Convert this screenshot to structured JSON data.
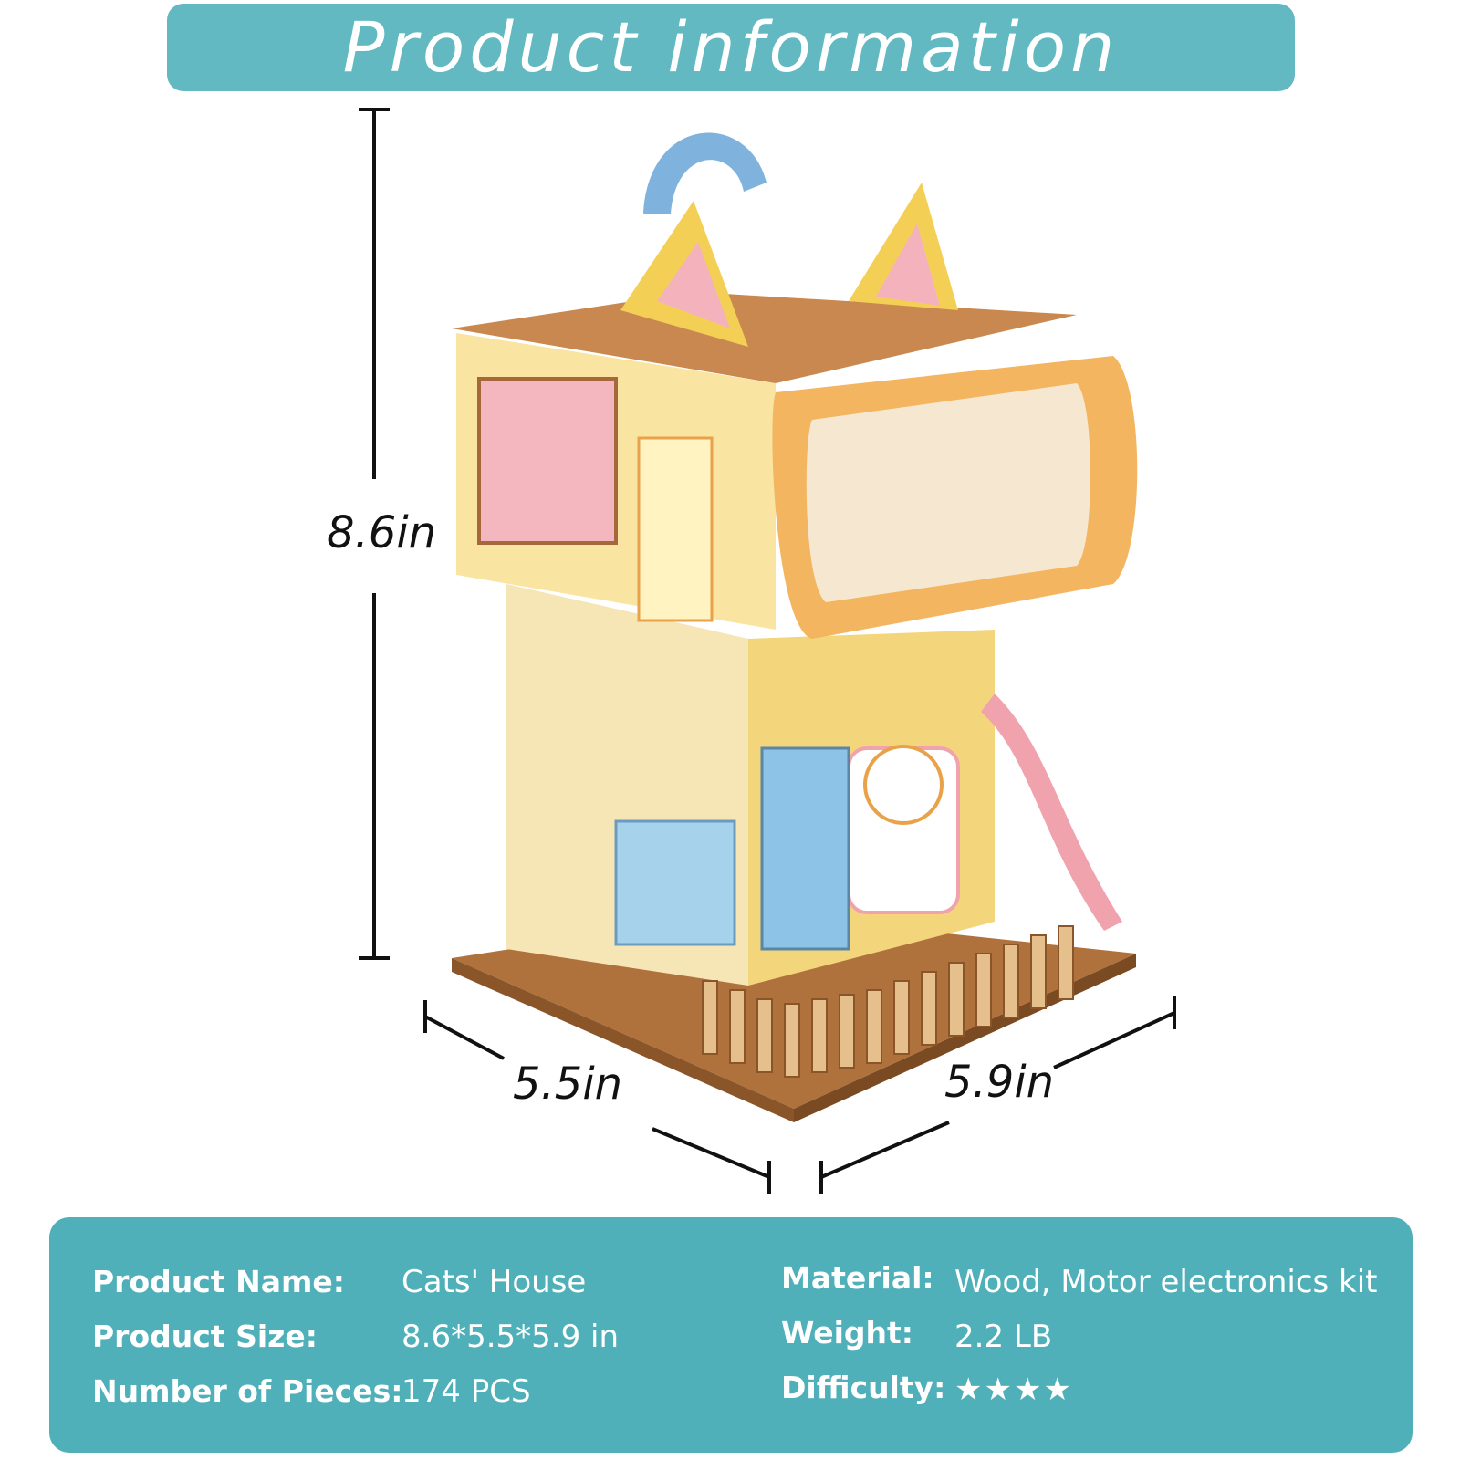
{
  "header": {
    "title": "Product information"
  },
  "dimensions": {
    "height": "8.6in",
    "depth": "5.5in",
    "width": "5.9in"
  },
  "illustration": {
    "description_icon": "cat-house-model-icon"
  },
  "specs": {
    "left": [
      {
        "label": "Product Name:",
        "value": "Cats' House"
      },
      {
        "label": "Product Size:",
        "value": "8.6*5.5*5.9 in"
      },
      {
        "label": "Number of Pieces:",
        "value": "174 PCS"
      }
    ],
    "right": [
      {
        "label": "Material:",
        "value": "Wood, Motor electronics kit"
      },
      {
        "label": "Weight:",
        "value": "2.2 LB"
      },
      {
        "label": "Difficulty:",
        "value": "★★★★"
      }
    ]
  },
  "colors": {
    "banner": "#63b9c1",
    "panel": "#4fb0b9"
  }
}
